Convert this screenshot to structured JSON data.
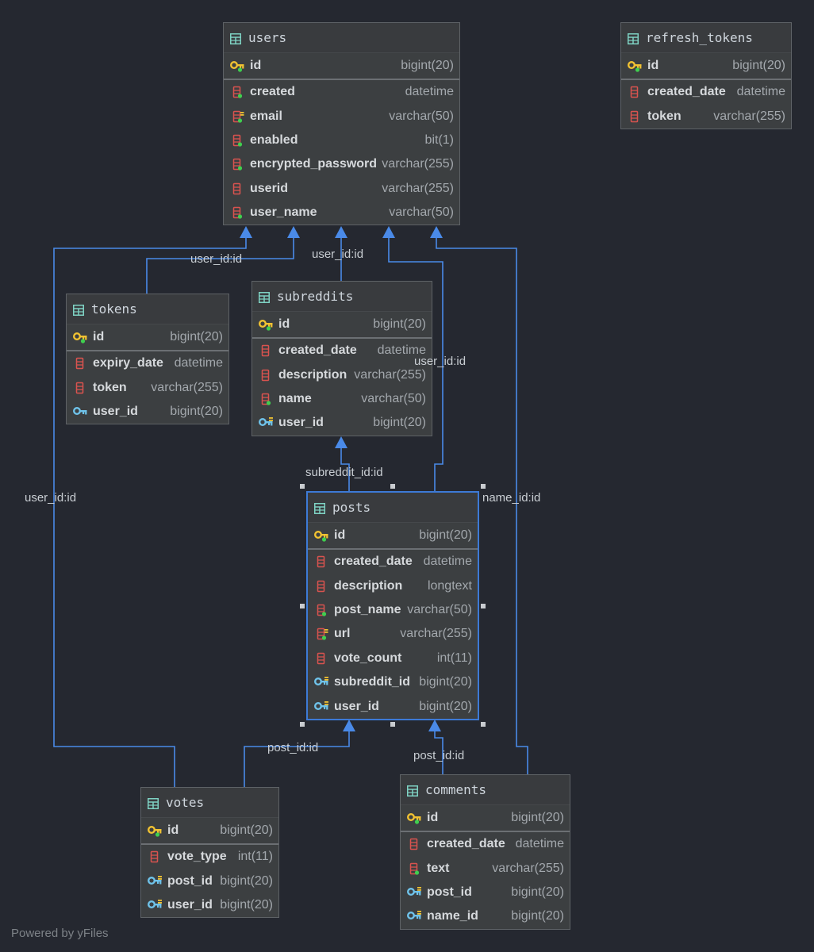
{
  "tables": {
    "users": {
      "title": "users",
      "pk": {
        "name": "id",
        "type": "bigint(20)",
        "icon": "primary-key-icon"
      },
      "columns": [
        {
          "name": "created",
          "type": "datetime",
          "icon": "column-notnull-icon"
        },
        {
          "name": "email",
          "type": "varchar(50)",
          "icon": "column-unique-icon"
        },
        {
          "name": "enabled",
          "type": "bit(1)",
          "icon": "column-notnull-icon"
        },
        {
          "name": "encrypted_password",
          "type": "varchar(255)",
          "icon": "column-notnull-icon"
        },
        {
          "name": "userid",
          "type": "varchar(255)",
          "icon": "column-icon"
        },
        {
          "name": "user_name",
          "type": "varchar(50)",
          "icon": "column-notnull-icon"
        }
      ]
    },
    "refresh_tokens": {
      "title": "refresh_tokens",
      "pk": {
        "name": "id",
        "type": "bigint(20)",
        "icon": "primary-key-icon"
      },
      "columns": [
        {
          "name": "created_date",
          "type": "datetime",
          "icon": "column-icon"
        },
        {
          "name": "token",
          "type": "varchar(255)",
          "icon": "column-icon"
        }
      ]
    },
    "tokens": {
      "title": "tokens",
      "pk": {
        "name": "id",
        "type": "bigint(20)",
        "icon": "primary-key-icon"
      },
      "columns": [
        {
          "name": "expiry_date",
          "type": "datetime",
          "icon": "column-icon"
        },
        {
          "name": "token",
          "type": "varchar(255)",
          "icon": "column-icon"
        },
        {
          "name": "user_id",
          "type": "bigint(20)",
          "icon": "foreign-key-icon"
        }
      ]
    },
    "subreddits": {
      "title": "subreddits",
      "pk": {
        "name": "id",
        "type": "bigint(20)",
        "icon": "primary-key-icon"
      },
      "columns": [
        {
          "name": "created_date",
          "type": "datetime",
          "icon": "column-icon"
        },
        {
          "name": "description",
          "type": "varchar(255)",
          "icon": "column-icon"
        },
        {
          "name": "name",
          "type": "varchar(50)",
          "icon": "column-notnull-icon"
        },
        {
          "name": "user_id",
          "type": "bigint(20)",
          "icon": "foreign-key-index-icon"
        }
      ]
    },
    "posts": {
      "title": "posts",
      "pk": {
        "name": "id",
        "type": "bigint(20)",
        "icon": "primary-key-icon"
      },
      "columns": [
        {
          "name": "created_date",
          "type": "datetime",
          "icon": "column-icon"
        },
        {
          "name": "description",
          "type": "longtext",
          "icon": "column-icon"
        },
        {
          "name": "post_name",
          "type": "varchar(50)",
          "icon": "column-notnull-icon"
        },
        {
          "name": "url",
          "type": "varchar(255)",
          "icon": "column-unique-icon"
        },
        {
          "name": "vote_count",
          "type": "int(11)",
          "icon": "column-icon"
        },
        {
          "name": "subreddit_id",
          "type": "bigint(20)",
          "icon": "foreign-key-index-icon"
        },
        {
          "name": "user_id",
          "type": "bigint(20)",
          "icon": "foreign-key-index-icon"
        }
      ]
    },
    "votes": {
      "title": "votes",
      "pk": {
        "name": "id",
        "type": "bigint(20)",
        "icon": "primary-key-icon"
      },
      "columns": [
        {
          "name": "vote_type",
          "type": "int(11)",
          "icon": "column-icon"
        },
        {
          "name": "post_id",
          "type": "bigint(20)",
          "icon": "foreign-key-index-icon"
        },
        {
          "name": "user_id",
          "type": "bigint(20)",
          "icon": "foreign-key-index-icon"
        }
      ]
    },
    "comments": {
      "title": "comments",
      "pk": {
        "name": "id",
        "type": "bigint(20)",
        "icon": "primary-key-icon"
      },
      "columns": [
        {
          "name": "created_date",
          "type": "datetime",
          "icon": "column-icon"
        },
        {
          "name": "text",
          "type": "varchar(255)",
          "icon": "column-notnull-icon"
        },
        {
          "name": "post_id",
          "type": "bigint(20)",
          "icon": "foreign-key-index-icon"
        },
        {
          "name": "name_id",
          "type": "bigint(20)",
          "icon": "foreign-key-index-icon"
        }
      ]
    }
  },
  "relations": [
    {
      "label": "user_id:id",
      "from": "tokens",
      "to": "users"
    },
    {
      "label": "user_id:id",
      "from": "subreddits",
      "to": "users"
    },
    {
      "label": "user_id:id",
      "from": "posts",
      "to": "users"
    },
    {
      "label": "user_id:id",
      "from": "votes",
      "to": "users"
    },
    {
      "label": "name_id:id",
      "from": "comments",
      "to": "users"
    },
    {
      "label": "subreddit_id:id",
      "from": "posts",
      "to": "subreddits"
    },
    {
      "label": "post_id:id",
      "from": "votes",
      "to": "posts"
    },
    {
      "label": "post_id:id",
      "from": "comments",
      "to": "posts"
    }
  ],
  "selected_table": "posts",
  "footer": "Powered by yFiles",
  "colors": {
    "background": "#252830",
    "table_fill": "#3c3f41",
    "edge": "#4a8ae8",
    "selection": "#3d7ad6",
    "key_gold": "#f1c232",
    "key_blue": "#6fc3ea",
    "column_red": "#d9534f",
    "marker_green": "#3fcf4f"
  }
}
